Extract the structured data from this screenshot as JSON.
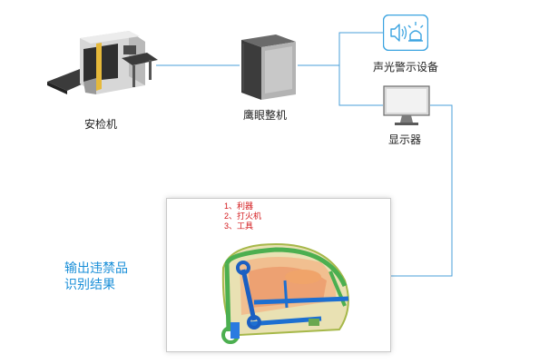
{
  "nodes": {
    "xray_machine": {
      "label": "安检机"
    },
    "host": {
      "label": "鹰眼整机"
    },
    "alarm": {
      "label": "声光警示设备"
    },
    "monitor": {
      "label": "显示器"
    }
  },
  "result": {
    "title_line1": "输出违禁品",
    "title_line2": "识别结果",
    "items": [
      "1、利器",
      "2、打火机",
      "3、工具"
    ]
  },
  "colors": {
    "connector": "#4a9fd8",
    "accent": "#1a8fd8",
    "threat_text": "#d3191c",
    "alarm_icon": "#3aa3e0"
  }
}
